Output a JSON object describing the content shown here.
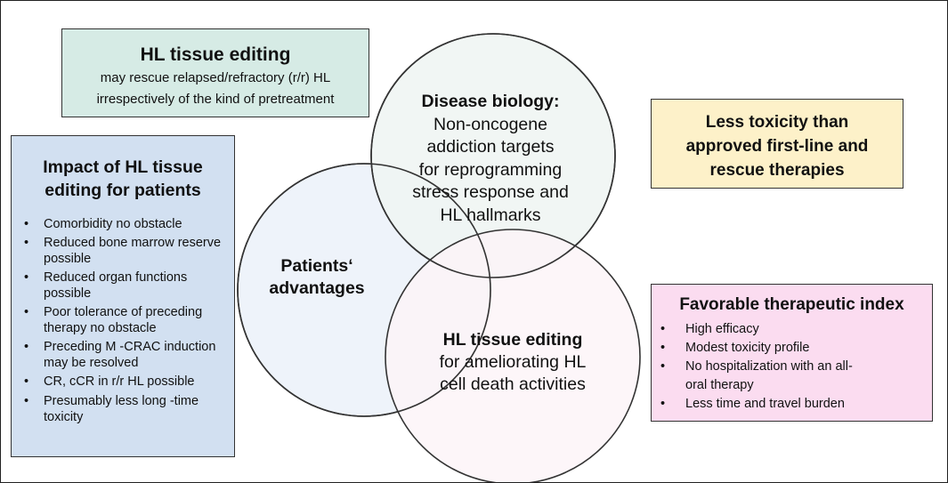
{
  "colors": {
    "teal_box": "#d6ebe5",
    "blue_box": "#d2e0f1",
    "yellow_box": "#fdf1c9",
    "pink_box": "#fbdcf0",
    "circle_patients": "#eef3fa",
    "circle_biology": "#eef4f2",
    "circle_editing": "#fcf4f8"
  },
  "top_left_box": {
    "title": "HL tissue editing",
    "line1": "may rescue relapsed/refractory (r/r) HL",
    "line2": "irrespectively of the kind of pretreatment"
  },
  "left_box": {
    "title_line1": "Impact of HL tissue",
    "title_line2": "editing for patients",
    "items": [
      "Comorbidity no obstacle",
      "Reduced bone marrow reserve possible",
      "Reduced organ functions possible",
      "Poor tolerance of preceding therapy no obstacle",
      "Preceding M -CRAC induction may be resolved",
      "CR, cCR in r/r HL possible",
      "Presumably less long -time toxicity"
    ]
  },
  "top_right_box": {
    "line1": "Less toxicity than",
    "line2": "approved first-line and",
    "line3": "rescue therapies"
  },
  "bottom_right_box": {
    "title": "Favorable therapeutic index",
    "items": [
      "High efficacy",
      "Modest toxicity profile",
      "No hospitalization with an all-oral therapy",
      "Less time and travel burden"
    ]
  },
  "venn": {
    "patients": {
      "line1": "Patients‘",
      "line2": "advantages"
    },
    "biology": {
      "title": "Disease biology:",
      "line1": "Non-oncogene",
      "line2": "addiction targets",
      "line3": "for reprogramming",
      "line4": "stress response and",
      "line5": "HL hallmarks"
    },
    "editing": {
      "title": "HL tissue editing",
      "line1": "for ameliorating HL",
      "line2": "cell death activities"
    }
  }
}
